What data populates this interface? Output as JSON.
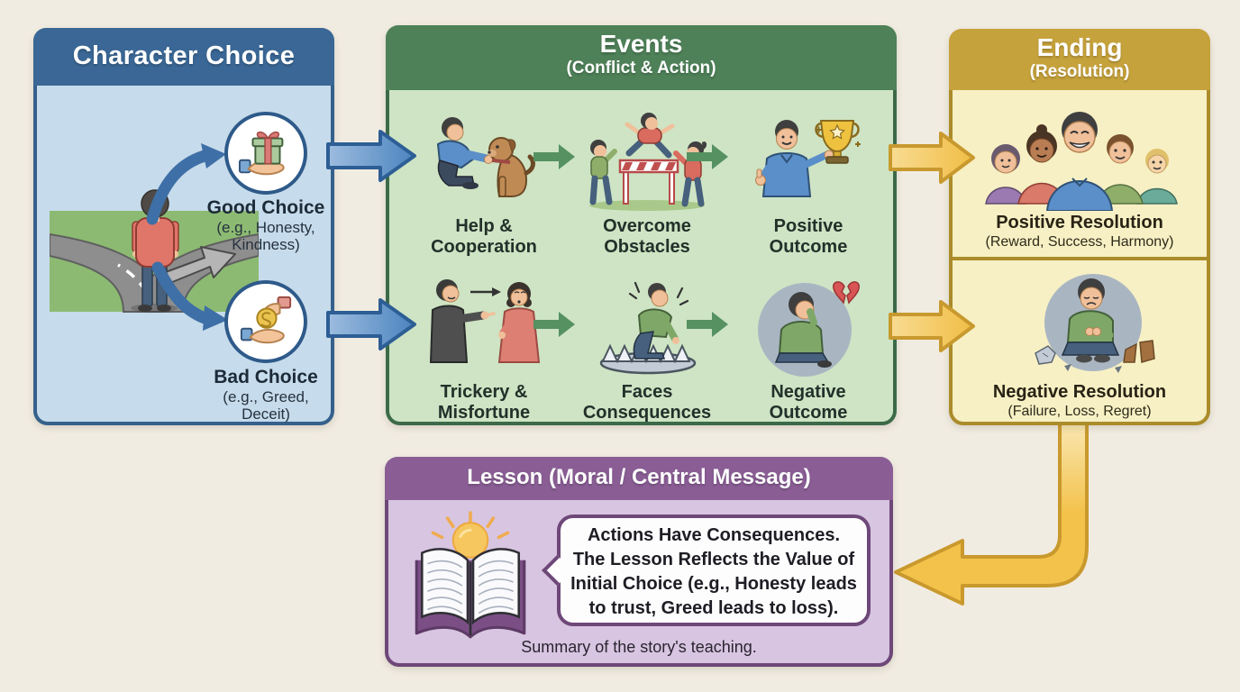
{
  "colors": {
    "background": "#f1ece1",
    "character_blue": "#3a6795",
    "events_green": "#4e8158",
    "ending_gold": "#c6a23c",
    "lesson_purple": "#8a5e95",
    "arrow_blue": "#4b84bf",
    "arrow_green": "#569162",
    "arrow_yellow": "#f2bf4a"
  },
  "character_panel": {
    "title": "Character Choice",
    "good_choice": {
      "label": "Good Choice",
      "example_line1": "(e.g., Honesty,",
      "example_line2": "Kindness)",
      "icon": "gift-in-hand-icon"
    },
    "bad_choice": {
      "label": "Bad Choice",
      "example_line1": "(e.g., Greed,",
      "example_line2": "Deceit)",
      "icon": "coin-in-hand-icon"
    }
  },
  "events_panel": {
    "title": "Events",
    "subtitle": "(Conflict & Action)",
    "positive_path": [
      {
        "label_line1": "Help &",
        "label_line2": "Cooperation",
        "icon": "person-helping-dog-icon"
      },
      {
        "label_line1": "Overcome",
        "label_line2": "Obstacles",
        "icon": "people-jumping-hurdle-icon"
      },
      {
        "label_line1": "Positive",
        "label_line2": "Outcome",
        "icon": "person-with-trophy-icon"
      }
    ],
    "negative_path": [
      {
        "label_line1": "Trickery &",
        "label_line2": "Misfortune",
        "icon": "person-tricking-person-icon"
      },
      {
        "label_line1": "Faces",
        "label_line2": "Consequences",
        "icon": "person-in-trap-icon"
      },
      {
        "label_line1": "Negative",
        "label_line2": "Outcome",
        "icon": "sad-person-broken-heart-icon"
      }
    ]
  },
  "ending_panel": {
    "title": "Ending",
    "subtitle": "(Resolution)",
    "positive_resolution": {
      "label": "Positive Resolution",
      "examples": "(Reward, Success, Harmony)",
      "icon": "happy-group-icon"
    },
    "negative_resolution": {
      "label": "Negative Resolution",
      "examples": "(Failure, Loss, Regret)",
      "icon": "sad-person-broken-items-icon"
    }
  },
  "lesson_panel": {
    "title": "Lesson (Moral / Central Message)",
    "bubble_lines": [
      "Actions Have Consequences.",
      "The Lesson Reflects the Value of",
      "Initial Choice (e.g., Honesty leads",
      "to trust, Greed leads to loss)."
    ],
    "caption": "Summary of the story's teaching.",
    "icon": "open-book-icon"
  }
}
